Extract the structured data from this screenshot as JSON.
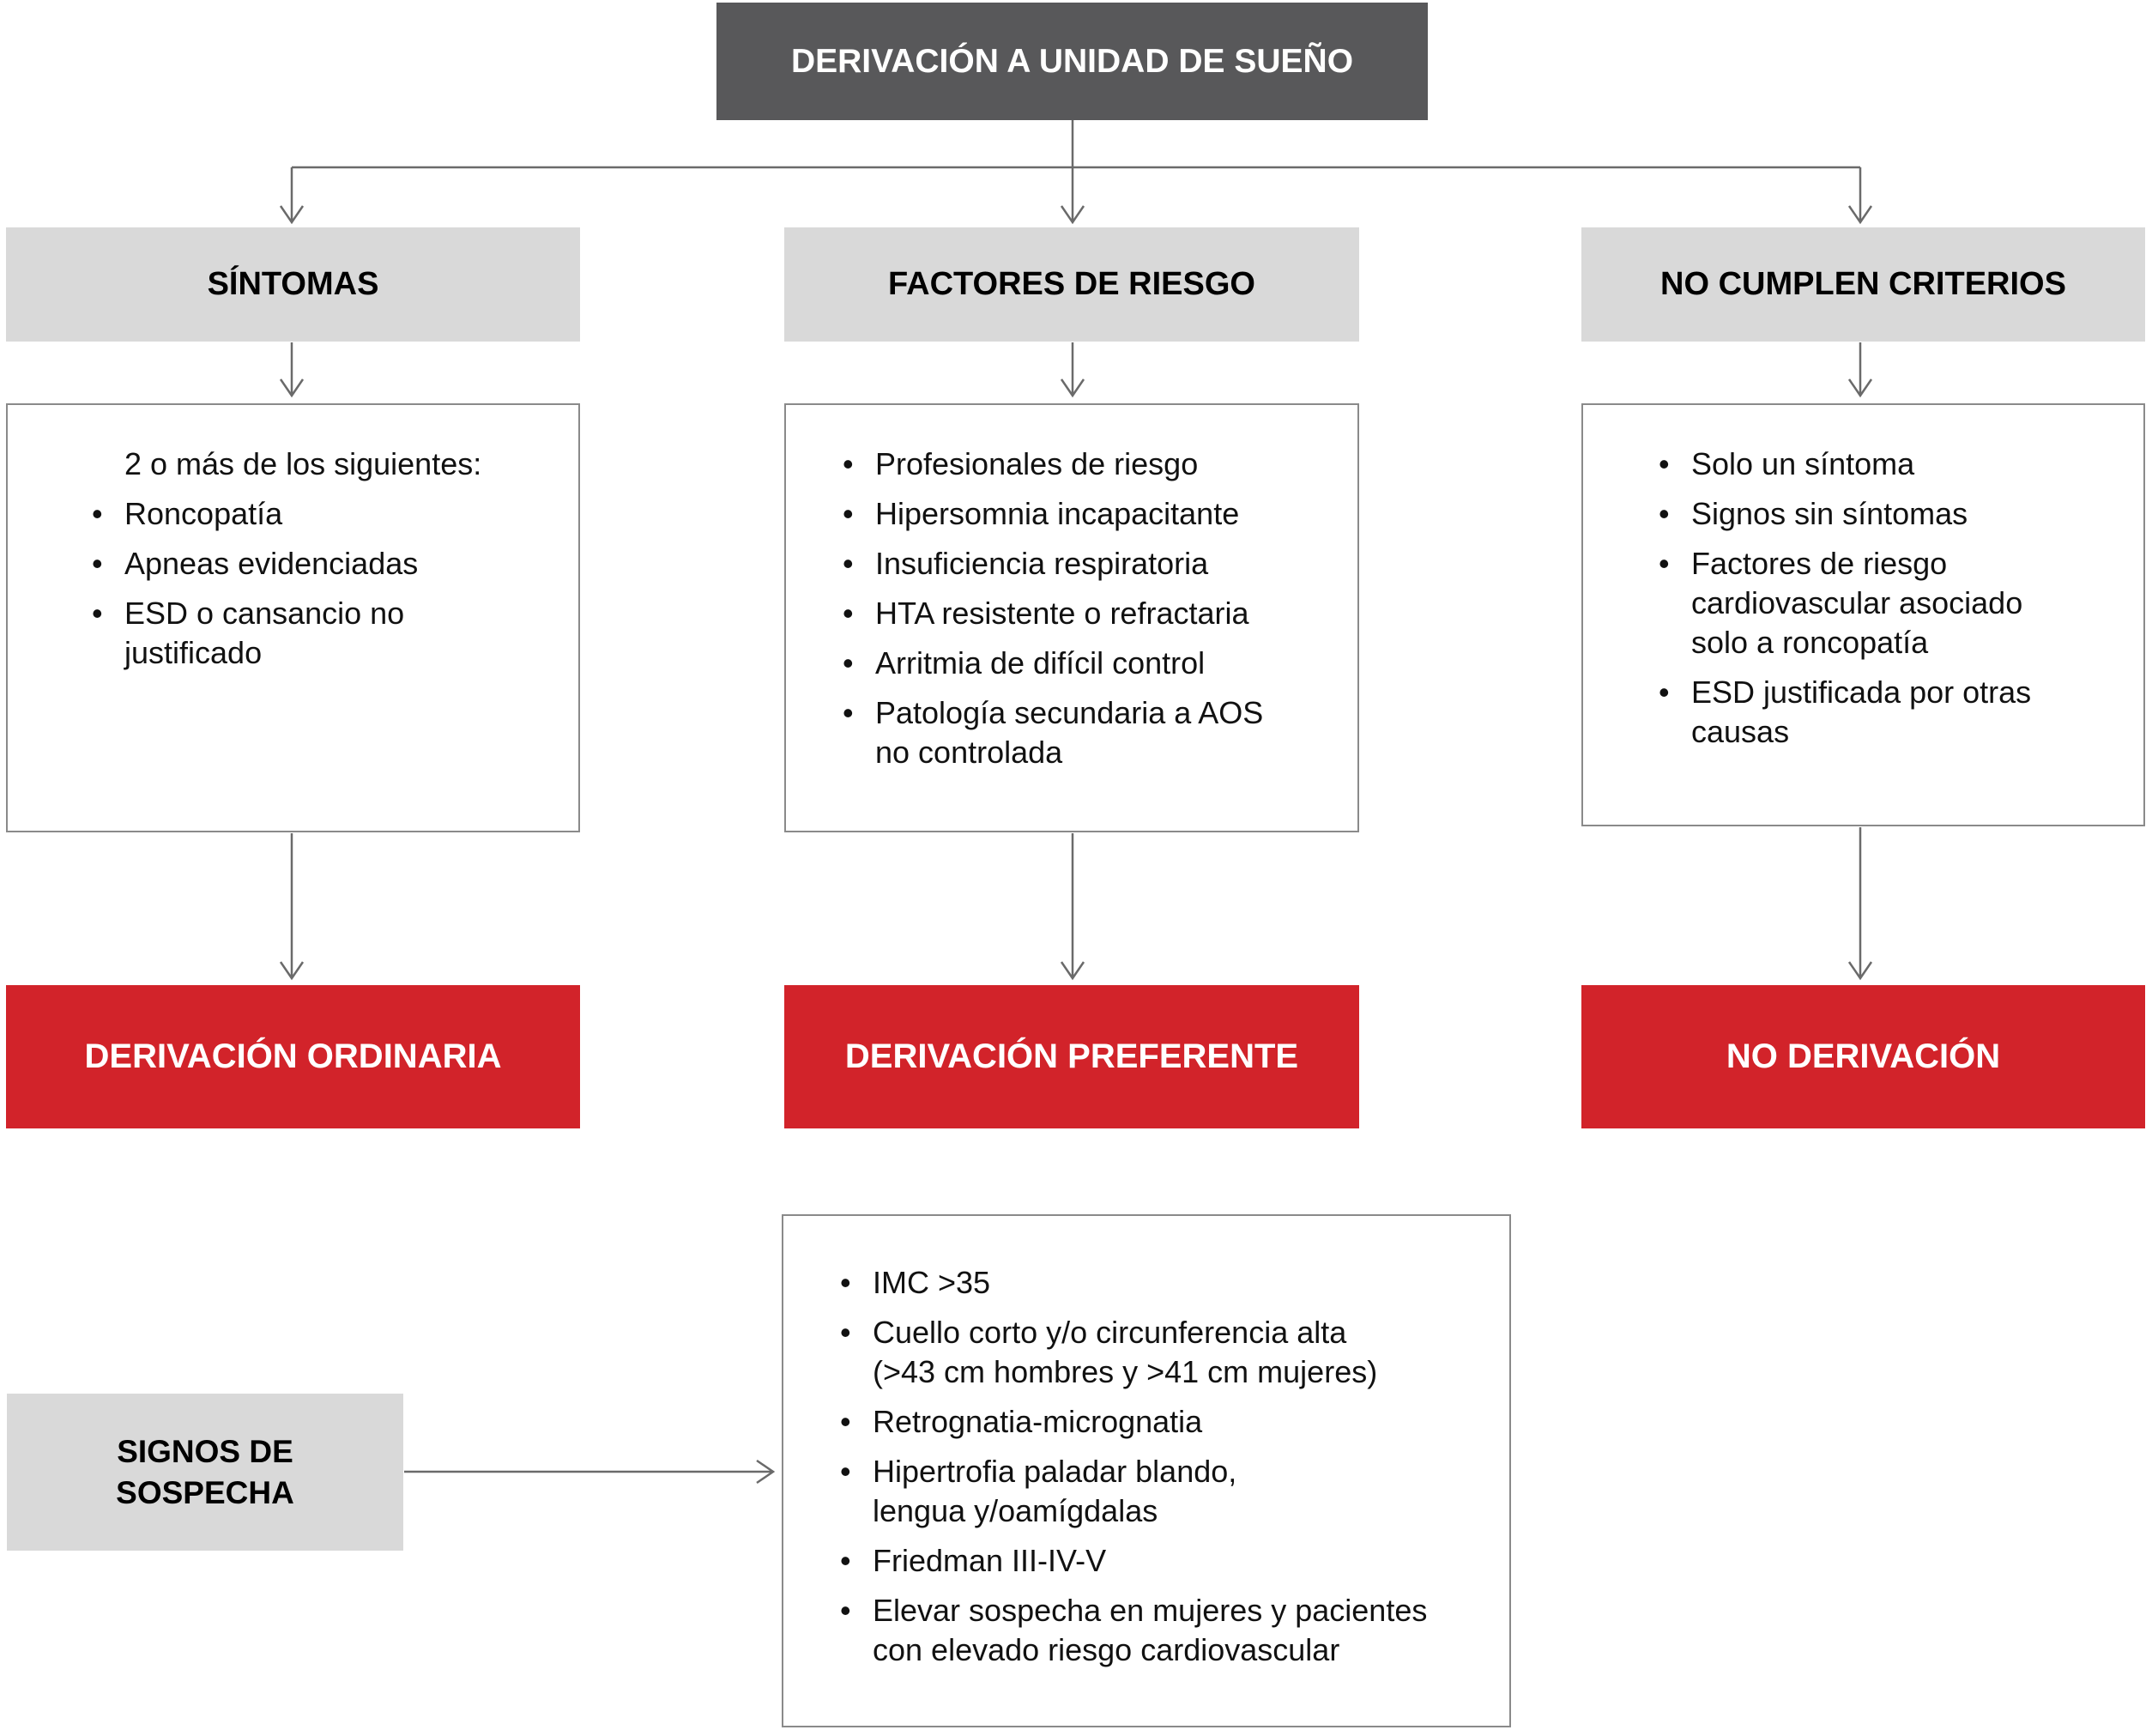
{
  "ui": {
    "bullet_char": "•"
  },
  "colors": {
    "title_bg": "#58585a",
    "header_bg": "#d9d9d9",
    "outcome_bg": "#d2232a",
    "connector_line": "#6a6a6a",
    "panel_border": "#8a8a8a",
    "title_text": "#ffffff",
    "body_text": "#111111"
  },
  "title": "DERIVACIÓN A UNIDAD DE SUEÑO",
  "columns": [
    {
      "header": "SÍNTOMAS",
      "intro": "2 o más de los siguientes:",
      "bullets": [
        "Roncopatía",
        "Apneas evidenciadas",
        "ESD o cansancio no\njustificado"
      ],
      "outcome": "DERIVACIÓN ORDINARIA"
    },
    {
      "header": "FACTORES DE RIESGO",
      "bullets": [
        "Profesionales de riesgo",
        "Hipersomnia incapacitante",
        "Insuficiencia respiratoria",
        "HTA resistente o refractaria",
        "Arritmia de difícil control",
        "Patología secundaria a AOS\nno controlada"
      ],
      "outcome": "DERIVACIÓN PREFERENTE"
    },
    {
      "header": "NO CUMPLEN CRITERIOS",
      "bullets": [
        "Solo un síntoma",
        "Signos sin síntomas",
        "Factores de riesgo\ncardiovascular asociado\nsolo a roncopatía",
        "ESD justificada por otras\ncausas"
      ],
      "outcome": "NO DERIVACIÓN"
    }
  ],
  "signs": {
    "header": "SIGNOS DE\nSOSPECHA",
    "bullets": [
      "IMC >35",
      "Cuello corto y/o circunferencia alta\n(>43 cm hombres y >41 cm mujeres)",
      "Retrognatia-micrognatia",
      "Hipertrofia paladar blando,\nlengua y/oamígdalas",
      "Friedman III-IV-V",
      "Elevar sospecha en mujeres y pacientes\ncon elevado riesgo cardiovascular"
    ]
  }
}
